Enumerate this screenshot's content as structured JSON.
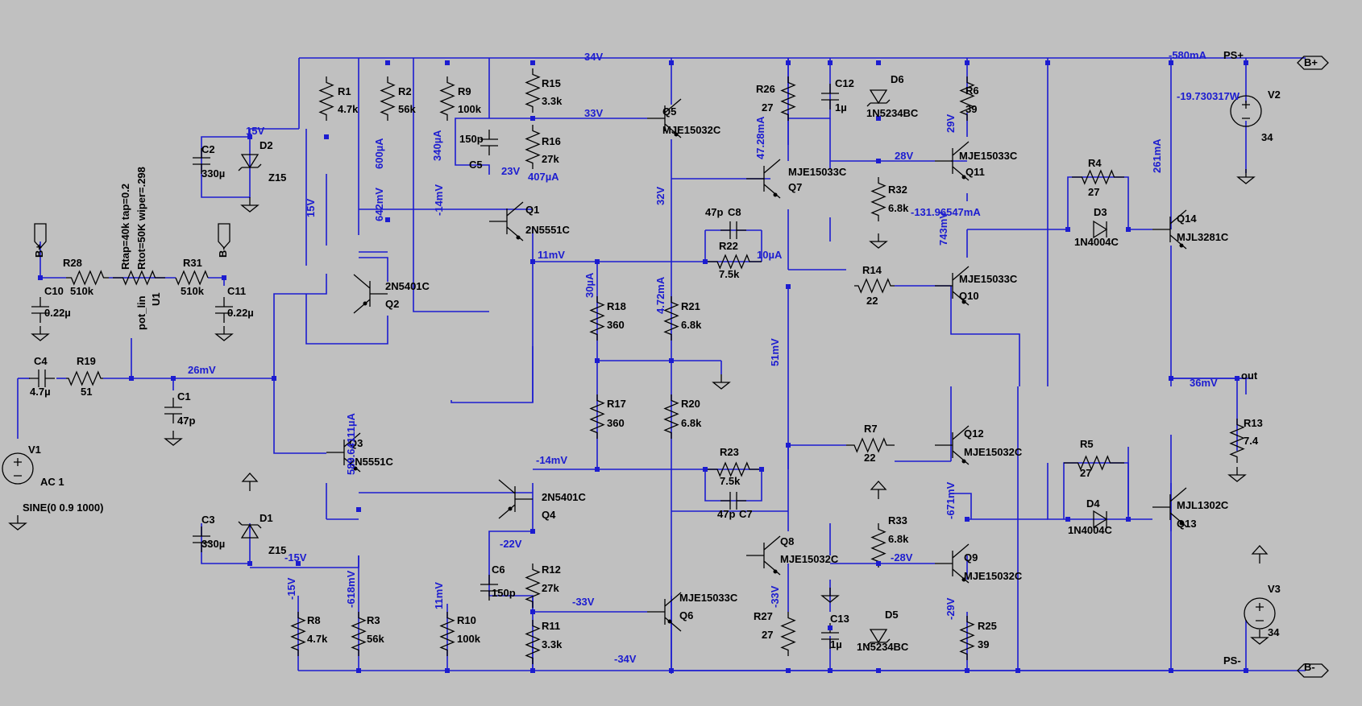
{
  "nets": {
    "n34v": "34V",
    "n33v": "33V",
    "n15v": "15V",
    "n23v": "23V",
    "n407ua": "407µA",
    "n600ua": "600µA",
    "n340ua": "340µA",
    "n642mv": "642mV",
    "nm14mv": "-14mV",
    "n15v_v": "15V",
    "n32v": "32V",
    "n4728": "47.28mA",
    "n472": "4.72mA",
    "n11mv": "11mV",
    "n30ua": "30µA",
    "n10ua": "10µA",
    "n26mv": "26mV",
    "n589": "589.64111µA",
    "n51mv": "51mV",
    "nm14mv2": "-14mV",
    "nm22v": "-22V",
    "nm33v": "-33V",
    "nm34v": "-34V",
    "nm15v": "-15V",
    "nm15v_v": "-15V",
    "nm618": "-618mV",
    "n11mv_v": "11mV",
    "nm33v_v": "-33V",
    "n29v": "29V",
    "n28v": "28V",
    "n131": "-131.96547mA",
    "n743": "743mV",
    "n580": "-580mA",
    "n197": "-19.730317W",
    "n261": "261mA",
    "n36mv": "36mV",
    "n671": "-671mV",
    "nm28v": "-28V",
    "nm29v": "-29V"
  },
  "components": {
    "R1": "R1",
    "R1v": "4.7k",
    "R2": "R2",
    "R2v": "56k",
    "R9": "R9",
    "R9v": "100k",
    "R15": "R15",
    "R15v": "3.3k",
    "R16": "R16",
    "R16v": "27k",
    "C5": "C5",
    "C5v": "150p",
    "Q5": "Q5",
    "Q5m": "MJE15032C",
    "R26": "R26",
    "R26v": "27",
    "C12": "C12",
    "C12v": "1µ",
    "D6": "D6",
    "D6m": "1N5234BC",
    "R6": "R6",
    "R6v": "39",
    "Q11": "Q11",
    "Q11m": "MJE15033C",
    "R32": "R32",
    "R32v": "6.8k",
    "V2": "V2",
    "V2v": "34",
    "D2": "D2",
    "Z15a": "Z15",
    "C2": "C2",
    "C2v": "330µ",
    "Q1": "Q1",
    "Q1m": "2N5551C",
    "Q7": "Q7",
    "Q7m": "MJE15033C",
    "C8": "C8",
    "C8v": "47p",
    "R22": "R22",
    "R22v": "7.5k",
    "R4": "R4",
    "R4v": "27",
    "D3": "D3",
    "D3m": "1N4004C",
    "Q14": "Q14",
    "Q14m": "MJL3281C",
    "pot_top": "Rtap=40k tap=0.2",
    "pot_bot": "Rtot=50K wiper=.298",
    "U1": "U1",
    "pot": "pot_lin",
    "R28": "R28",
    "R28v": "510k",
    "R31": "R31",
    "R31v": "510k",
    "C10": "C10",
    "C10v": "0.22µ",
    "C11": "C11",
    "C11v": "0.22µ",
    "Q2": "Q2",
    "Q2m": "2N5401C",
    "R18": "R18",
    "R18v": "360",
    "R21": "R21",
    "R21v": "6.8k",
    "R14": "R14",
    "R14v": "22",
    "Q10": "Q10",
    "Q10m": "MJE15033C",
    "C4": "C4",
    "C4v": "4.7µ",
    "R19": "R19",
    "R19v": "51",
    "C1": "C1",
    "C1v": "47p",
    "R17": "R17",
    "R17v": "360",
    "R20": "R20",
    "R20v": "6.8k",
    "R13": "R13",
    "R13v": "7.4",
    "out": "out",
    "V1": "V1",
    "V1a": "AC 1",
    "V1b": "SINE(0 0.9 1000)",
    "Q3": "Q3",
    "Q3m": "2N5551C",
    "R7": "R7",
    "R7v": "22",
    "Q12": "Q12",
    "Q12m": "MJE15032C",
    "R23": "R23",
    "R23v": "7.5k",
    "C7": "C7",
    "C7v": "47p",
    "R5": "R5",
    "R5v": "27",
    "D4": "D4",
    "D4m": "1N4004C",
    "Q13": "Q13",
    "Q13m": "MJL1302C",
    "Q4": "Q4",
    "Q4m": "2N5401C",
    "D1": "D1",
    "Z15b": "Z15",
    "C3": "C3",
    "C3v": "330µ",
    "R33": "R33",
    "R33v": "6.8k",
    "Q8": "Q8",
    "Q8m": "MJE15032C",
    "C6": "C6",
    "C6v": "150p",
    "R12": "R12",
    "R12v": "27k",
    "Q9": "Q9",
    "Q9m": "MJE15032C",
    "Q6": "Q6",
    "Q6m": "MJE15033C",
    "R11": "R11",
    "R11v": "3.3k",
    "R27": "R27",
    "R27v": "27",
    "C13": "C13",
    "C13v": "1µ",
    "D5": "D5",
    "D5m": "1N5234BC",
    "R25": "R25",
    "R25v": "39",
    "R8": "R8",
    "R8v": "4.7k",
    "R3": "R3",
    "R3v": "56k",
    "R10": "R10",
    "R10v": "100k",
    "V3": "V3",
    "V3v": "34"
  },
  "ports": {
    "bplus": "B+",
    "bminus": "B-",
    "psplus": "PS+",
    "psminus": "PS-",
    "bplus_l": "B+",
    "bminus_l": "B-"
  }
}
